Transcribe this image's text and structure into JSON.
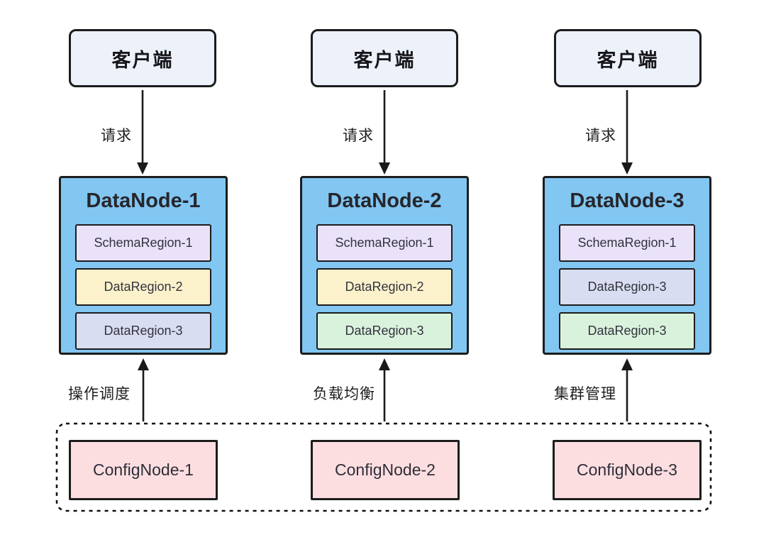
{
  "diagram": {
    "clients": [
      {
        "label": "客户端"
      },
      {
        "label": "客户端"
      },
      {
        "label": "客户端"
      }
    ],
    "request_arrows": [
      {
        "label": "请求"
      },
      {
        "label": "请求"
      },
      {
        "label": "请求"
      }
    ],
    "datanodes": [
      {
        "title": "DataNode-1",
        "regions": [
          {
            "label": "SchemaRegion-1",
            "color": "#eae2f9"
          },
          {
            "label": "DataRegion-2",
            "color": "#fbf2cc"
          },
          {
            "label": "DataRegion-3",
            "color": "#d9ddf1"
          }
        ]
      },
      {
        "title": "DataNode-2",
        "regions": [
          {
            "label": "SchemaRegion-1",
            "color": "#eae2f9"
          },
          {
            "label": "DataRegion-2",
            "color": "#fbf2cc"
          },
          {
            "label": "DataRegion-3",
            "color": "#d9f2dc"
          }
        ]
      },
      {
        "title": "DataNode-3",
        "regions": [
          {
            "label": "SchemaRegion-1",
            "color": "#eae2f9"
          },
          {
            "label": "DataRegion-3",
            "color": "#d9ddf1"
          },
          {
            "label": "DataRegion-3",
            "color": "#d9f2dc"
          }
        ]
      }
    ],
    "confignode_arrows": [
      {
        "label": "操作调度"
      },
      {
        "label": "负载均衡"
      },
      {
        "label": "集群管理"
      }
    ],
    "confignodes": [
      {
        "label": "ConfigNode-1"
      },
      {
        "label": "ConfigNode-2"
      },
      {
        "label": "ConfigNode-3"
      }
    ],
    "colors": {
      "client_bg": "#edf1fa",
      "datanode_bg": "#82c6f2",
      "confignode_bg": "#fcdee1",
      "schema_region_bg": "#eae2f9",
      "data_region_yellow_bg": "#fbf2cc",
      "data_region_periwinkle_bg": "#d9ddf1",
      "data_region_green_bg": "#d9f2dc",
      "border": "#1c1c1c",
      "arrow": "#1a1a1a"
    }
  }
}
